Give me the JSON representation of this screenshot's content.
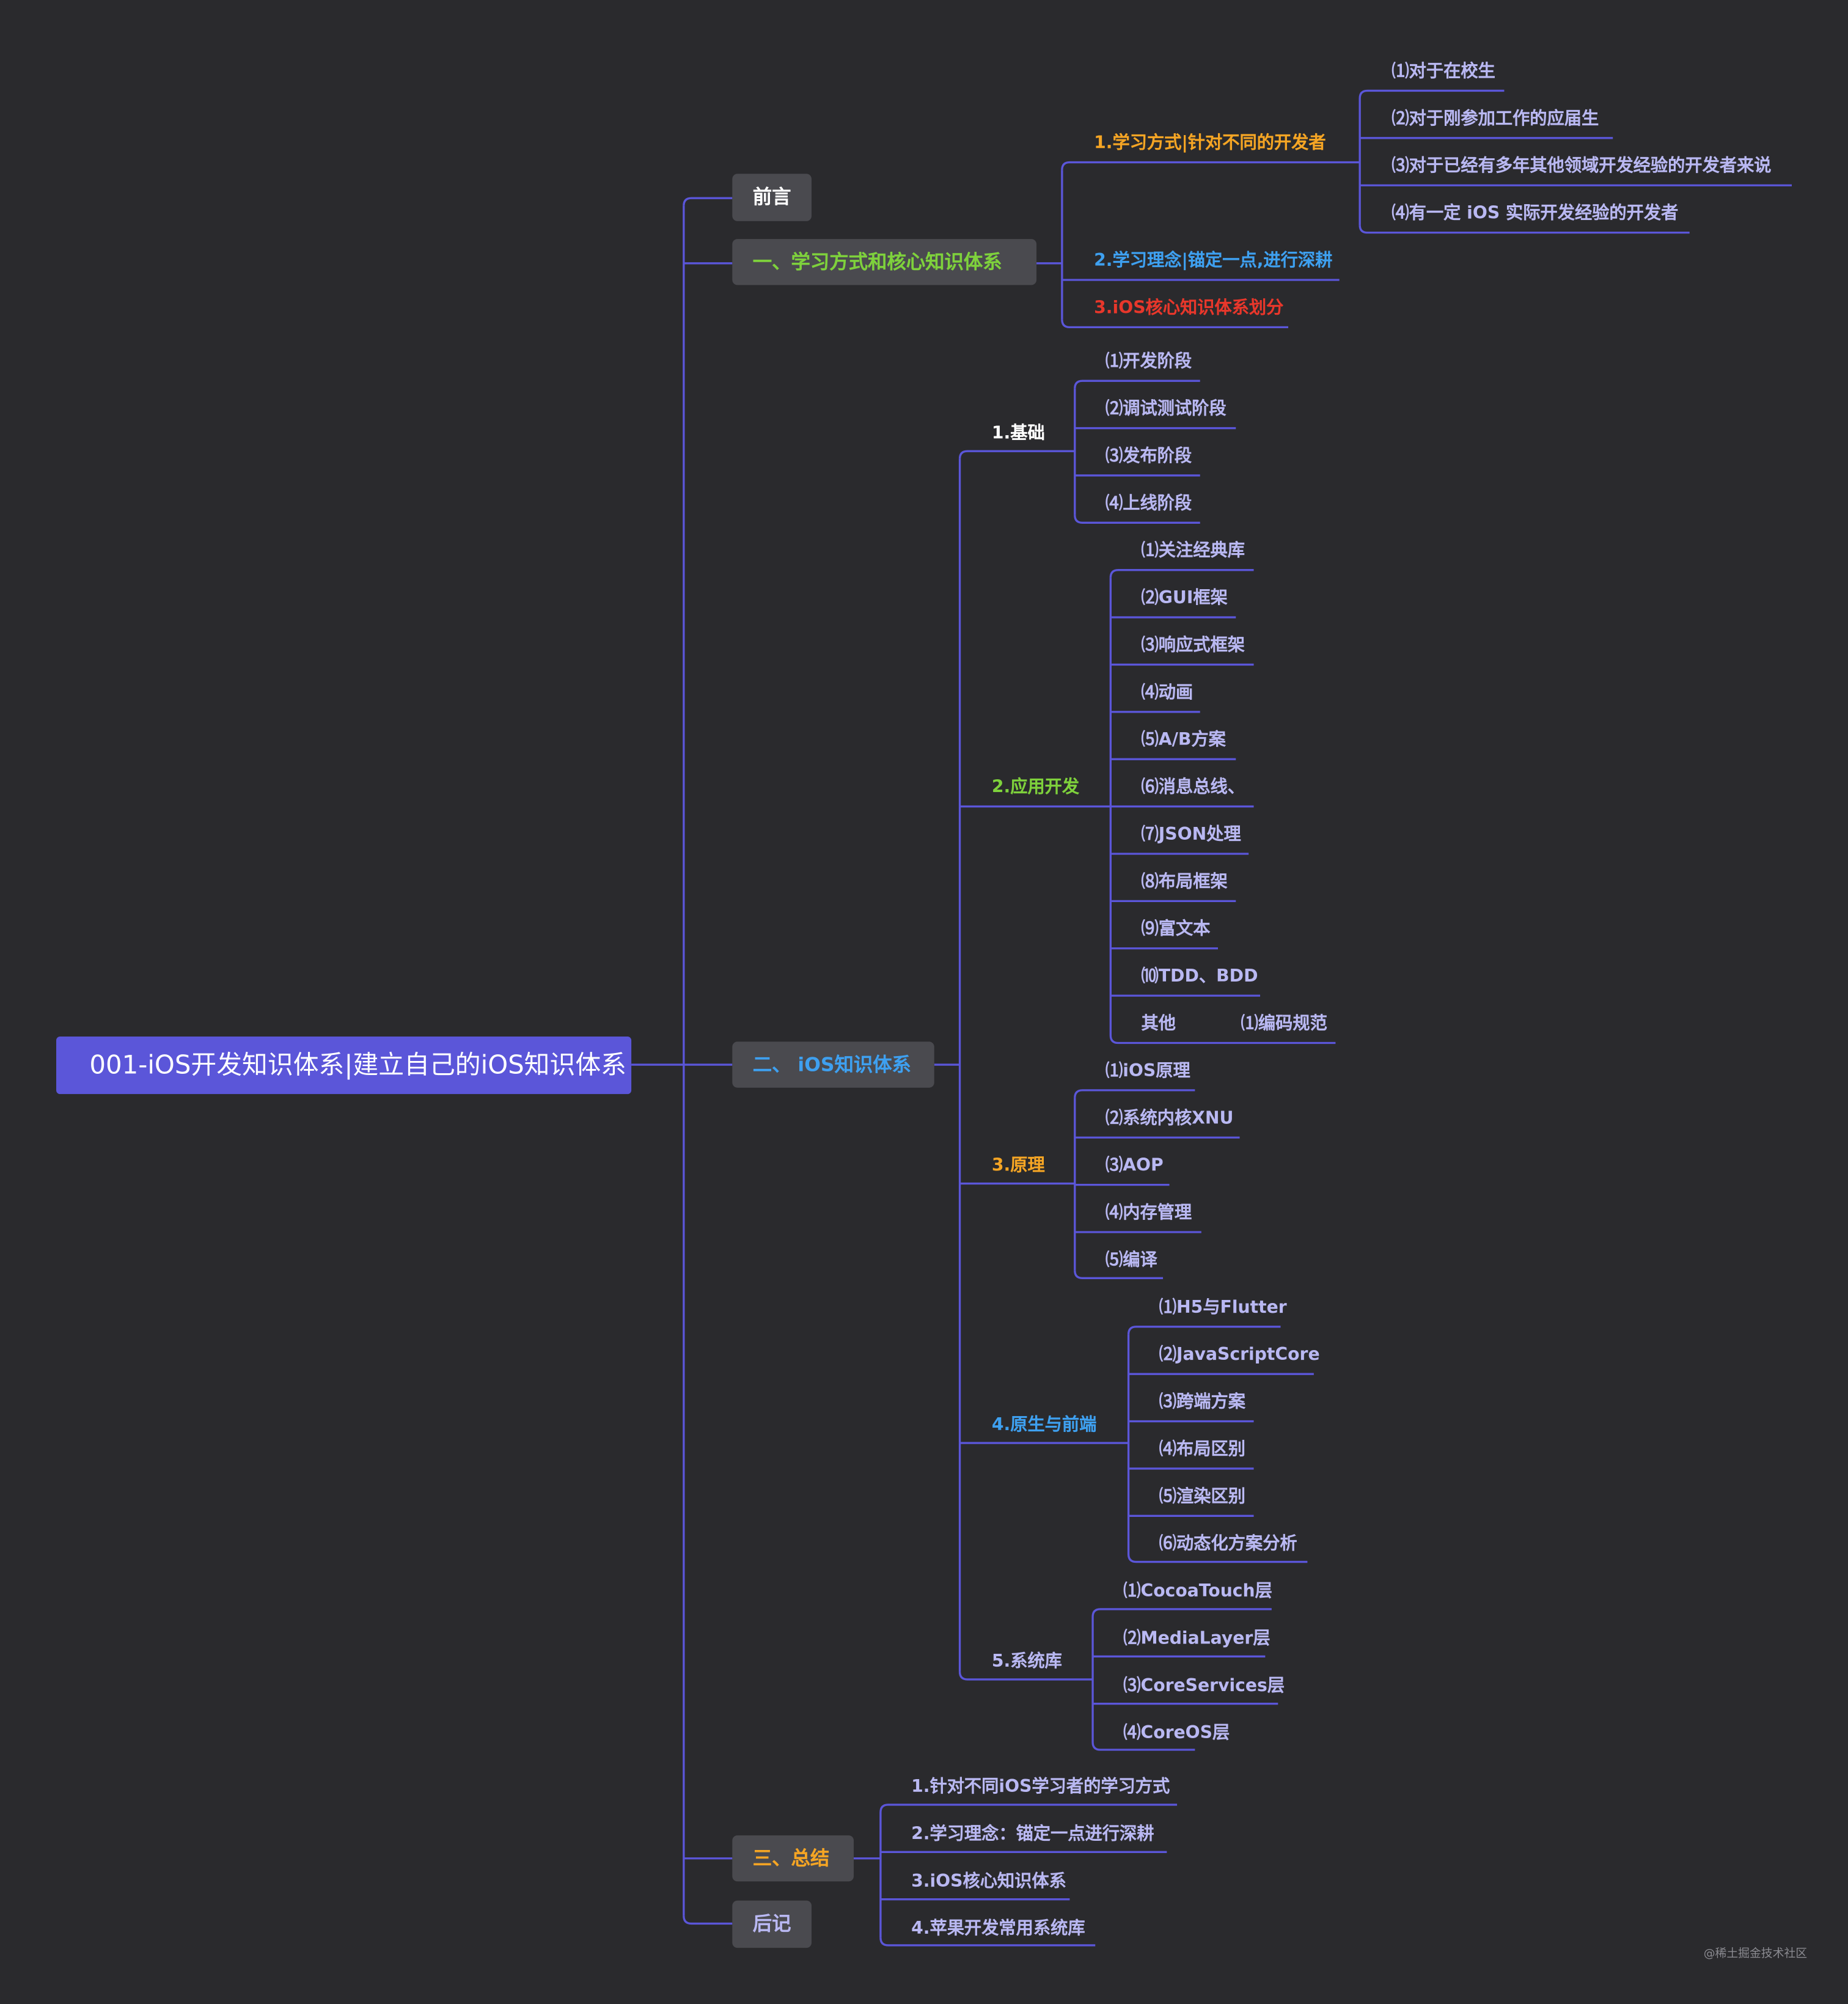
{
  "root": {
    "label": "001-iOS开发知识体系|建立自己的iOS知识体系"
  },
  "sections": {
    "preface": {
      "label": "前言",
      "color": "#ffffff"
    },
    "s1": {
      "label": "一、学习方式和核心知识体系",
      "color": "#7ed13c",
      "items": [
        {
          "label": "1.学习方式|针对不同的开发者",
          "color": "#f5a524",
          "children": [
            "⑴对于在校生",
            "⑵对于刚参加工作的应届生",
            "⑶对于已经有多年其他领域开发经验的开发者来说",
            "⑷有一定 iOS 实际开发经验的开发者"
          ]
        },
        {
          "label": "2.学习理念|锚定一点,进行深耕",
          "color": "#3ea0f0"
        },
        {
          "label": "3.iOS核心知识体系划分",
          "color": "#e8372b"
        }
      ]
    },
    "s2": {
      "label": "二、 iOS知识体系",
      "color": "#3ea0f0",
      "items": [
        {
          "label": "1.基础",
          "color": "#ffffff",
          "children": [
            "⑴开发阶段",
            "⑵调试测试阶段",
            "⑶发布阶段",
            "⑷上线阶段"
          ]
        },
        {
          "label": "2.应用开发",
          "color": "#7ed13c",
          "children": [
            "⑴关注经典库",
            "⑵GUI框架",
            "⑶响应式框架",
            "⑷动画",
            "⑸A/B方案",
            "⑹消息总线、",
            "⑺JSON处理",
            "⑻布局框架",
            "⑼富文本",
            "⑽TDD、BDD",
            "其他"
          ],
          "other_child": "⑴编码规范"
        },
        {
          "label": "3.原理",
          "color": "#f5a524",
          "children": [
            "⑴iOS原理",
            "⑵系统内核XNU",
            "⑶AOP",
            "⑷内存管理",
            "⑸编译"
          ]
        },
        {
          "label": "4.原生与前端",
          "color": "#3ea0f0",
          "children": [
            "⑴H5与Flutter",
            "⑵JavaScriptCore",
            "⑶跨端方案",
            "⑷布局区别",
            "⑸渲染区别",
            "⑹动态化方案分析"
          ]
        },
        {
          "label": "5.系统库",
          "color": "#b9b8f2",
          "children": [
            "⑴CocoaTouch层",
            "⑵MediaLayer层",
            "⑶CoreServices层",
            "⑷CoreOS层"
          ]
        }
      ]
    },
    "s3": {
      "label": "三、总结",
      "color": "#f5a524",
      "items": [
        "1.针对不同iOS学习者的学习方式",
        "2.学习理念：锚定一点进行深耕",
        "3.iOS核心知识体系",
        "4.苹果开发常用系统库"
      ]
    },
    "postscript": {
      "label": "后记",
      "color": "#b9b8f2"
    }
  },
  "watermark": "@稀土掘金技术社区",
  "colors": {
    "background": "#2a2a2d",
    "line": "#5b56d9",
    "root_fill": "#5b56d9",
    "section_fill": "#4a4a4f",
    "leaf_text": "#b9b8f2"
  }
}
